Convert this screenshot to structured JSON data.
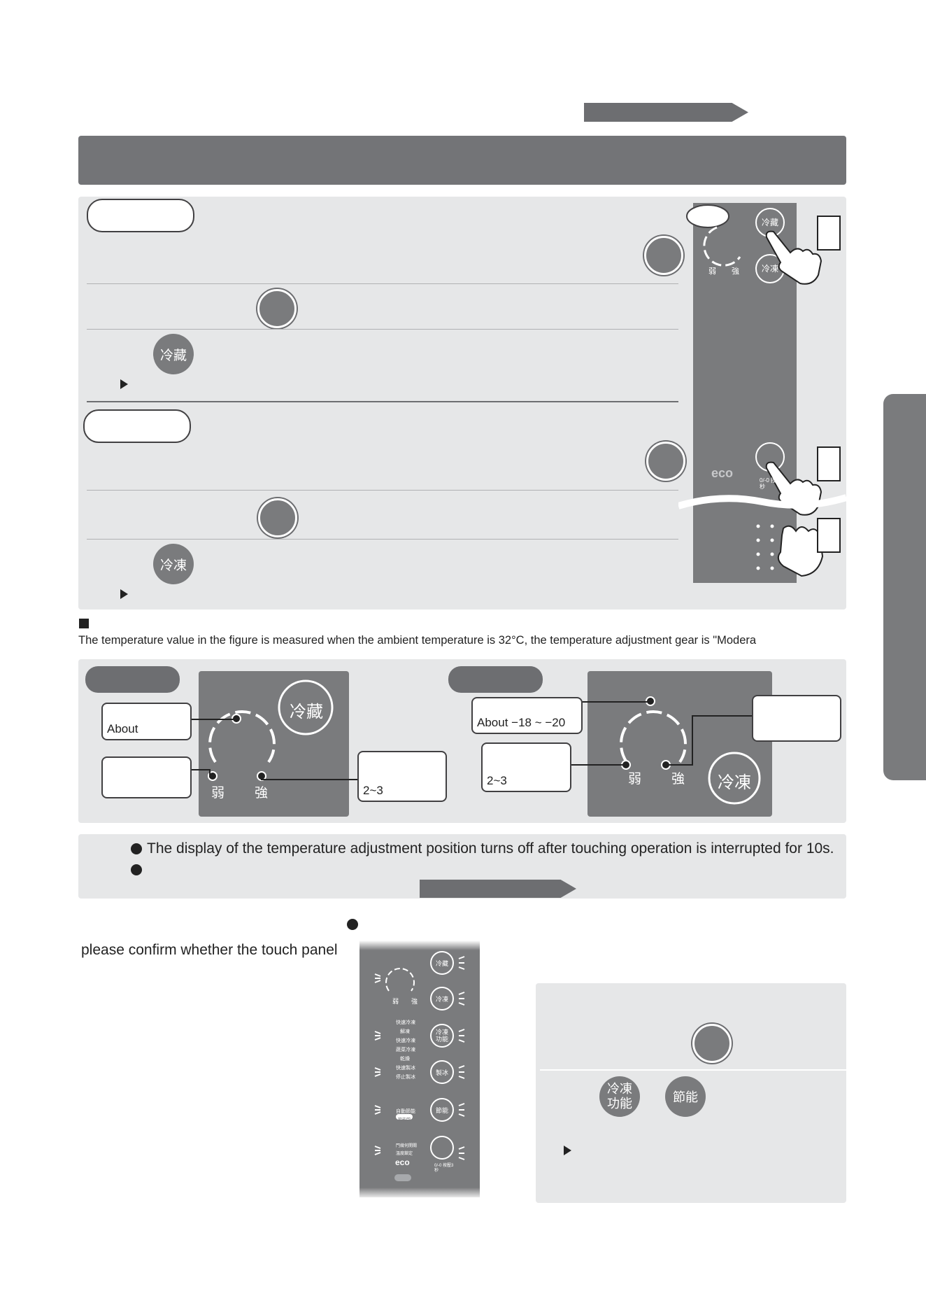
{
  "top_banner": {},
  "section_header": {},
  "refrigerate": {
    "button_label": "冷藏",
    "hand_button_label": "冷藏"
  },
  "freeze": {
    "button_label": "冷凍",
    "hand_button_label": "冷凍"
  },
  "panel_side": {
    "weak_label": "弱",
    "strong_label": "強",
    "eco_label": "eco",
    "lock_label": "0/-0 按壓3秒"
  },
  "figure_note": "The temperature value in the figure is measured when the ambient temperature is 32°C, the temperature adjustment gear is \"Modera",
  "diagram_left": {
    "button_label": "冷藏",
    "weak_label": "弱",
    "strong_label": "強",
    "callout_top": "About",
    "callout_right": "2~3"
  },
  "diagram_right": {
    "button_label": "冷凍",
    "weak_label": "弱",
    "strong_label": "強",
    "callout_top": "About −18 ~ −20",
    "callout_left": "2~3"
  },
  "notes": {
    "line1": "The display of the temperature adjustment position turns off after touching operation is interrupted for 10s."
  },
  "touch_panel_text": "please confirm whether the touch panel",
  "full_panel": {
    "buttons": [
      "冷藏",
      "冷凍",
      "冷凍\n功能",
      "製冰",
      "節能",
      ""
    ],
    "weak_label": "弱",
    "strong_label": "強",
    "lock_label": "0/-0 按壓3秒",
    "eco_label": "eco",
    "func_labels": [
      "快速冷凍",
      "解凍",
      "快速冷凍",
      "蔬菜冷凍",
      "乾燥",
      "快速製冰",
      "停止製冰",
      "自動節能",
      "節能門",
      "門幾何開關",
      "溫度鎖定"
    ]
  },
  "lock_box": {
    "freeze_func_label": "冷凍\n功能",
    "eco_button_label": "節能"
  },
  "colors": {
    "panel": "#e6e7e8",
    "header": "#737477",
    "control": "#7a7b7d"
  }
}
